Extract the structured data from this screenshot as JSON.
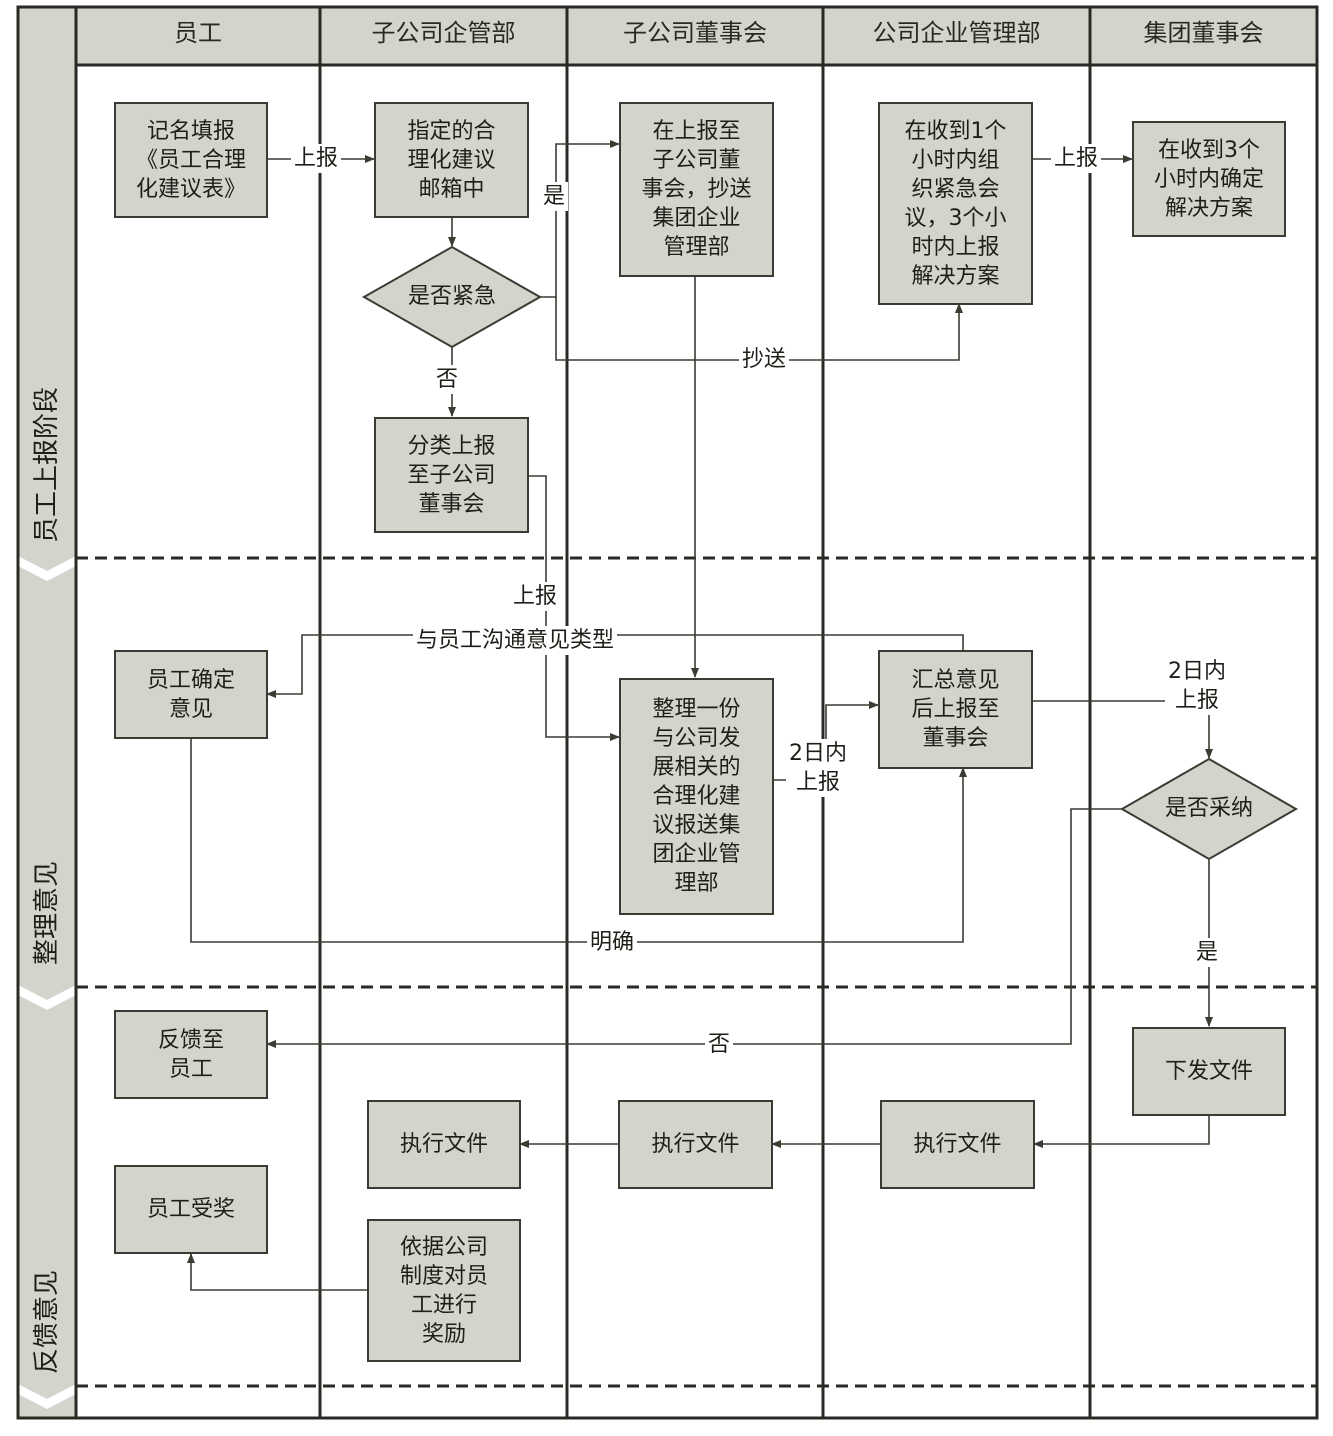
{
  "lanes": [
    "员工",
    "子公司企管部",
    "子公司董事会",
    "公司企业管理部",
    "集团董事会"
  ],
  "phases": [
    "员工上报阶段",
    "整理意见",
    "反馈意见"
  ],
  "nodes": {
    "n_report_form": "记名填报\n《员工合理\n化建议表》",
    "n_mailbox": "指定的合\n理化建议\n邮箱中",
    "n_urgent": "是否紧急",
    "n_classify": "分类上报\n至子公司\n董事会",
    "n_report_board": "在上报至\n子公司董\n事会，抄送\n集团企业\n管理部",
    "n_meeting": "在收到1个\n小时内组\n织紧急会\n议，3个小\n时内上报\n解决方案",
    "n_decide": "在收到3个\n小时内确定\n解决方案",
    "n_staff_confirm": "员工确定\n意见",
    "n_compile": "整理一份\n与公司发\n展相关的\n合理化建\n议报送集\n团企业管\n理部",
    "n_summary": "汇总意见\n后上报至\n董事会",
    "n_adopt": "是否采纳",
    "n_feedback": "反馈至\n员工",
    "n_issue": "下发文件",
    "n_exec_sub": "执行文件",
    "n_exec_board": "执行文件",
    "n_exec_mgmt": "执行文件",
    "n_reward": "员工受奖",
    "n_reward_rule": "依据公司\n制度对员\n工进行\n奖励"
  },
  "edge_labels": {
    "report1": "上报",
    "yes1": "是",
    "no1": "否",
    "cc": "抄送",
    "report2": "上报",
    "report3": "上报",
    "communicate": "与员工沟通意见类型",
    "within2_a": "2日内\n上报",
    "within2_b": "2日内\n上报",
    "clear": "明确",
    "yes2": "是",
    "no2": "否"
  },
  "colors": {
    "header_bg": "#d3d4cc",
    "node_bg": "#d3d4cc",
    "line": "#3b3b33"
  }
}
